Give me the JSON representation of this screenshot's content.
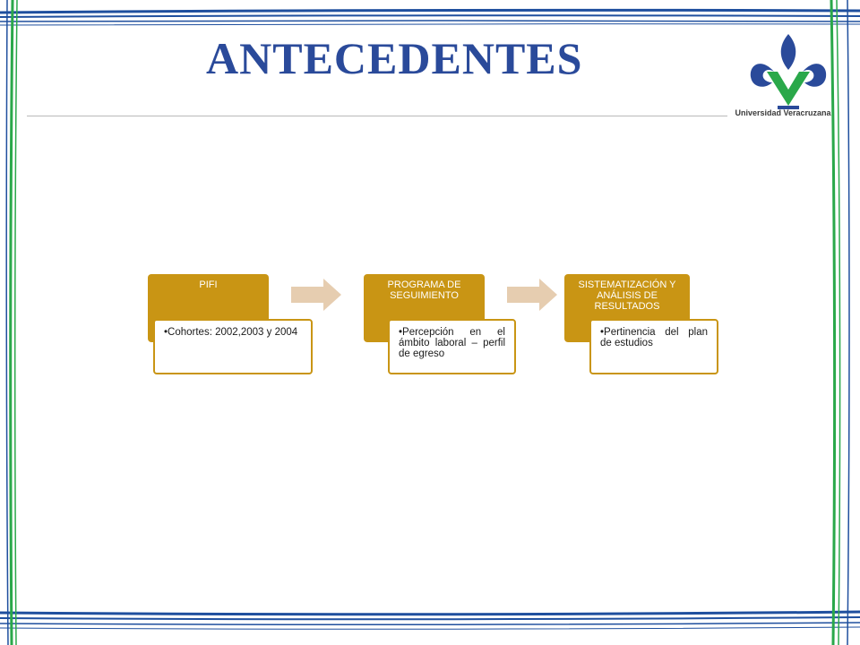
{
  "slide": {
    "title": "ANTECEDENTES",
    "logo_caption": "Universidad Veracruzana",
    "colors": {
      "title": "#2a4a9a",
      "accent_gold": "#c99514",
      "arrow": "#e6cdb0",
      "frame_blue": "#1f4f9e",
      "frame_green": "#2aa84a"
    }
  },
  "process": {
    "stages": [
      {
        "heading": "PIFI",
        "bullet": "•Cohortes: 2002,2003 y 2004"
      },
      {
        "heading": "PROGRAMA DE SEGUIMIENTO",
        "bullet": "•Percepción en el ámbito laboral – perfil de egreso"
      },
      {
        "heading": "SISTEMATIZACIÓN Y ANÁLISIS DE RESULTADOS",
        "bullet": "•Pertinencia del plan de estudios"
      }
    ]
  }
}
